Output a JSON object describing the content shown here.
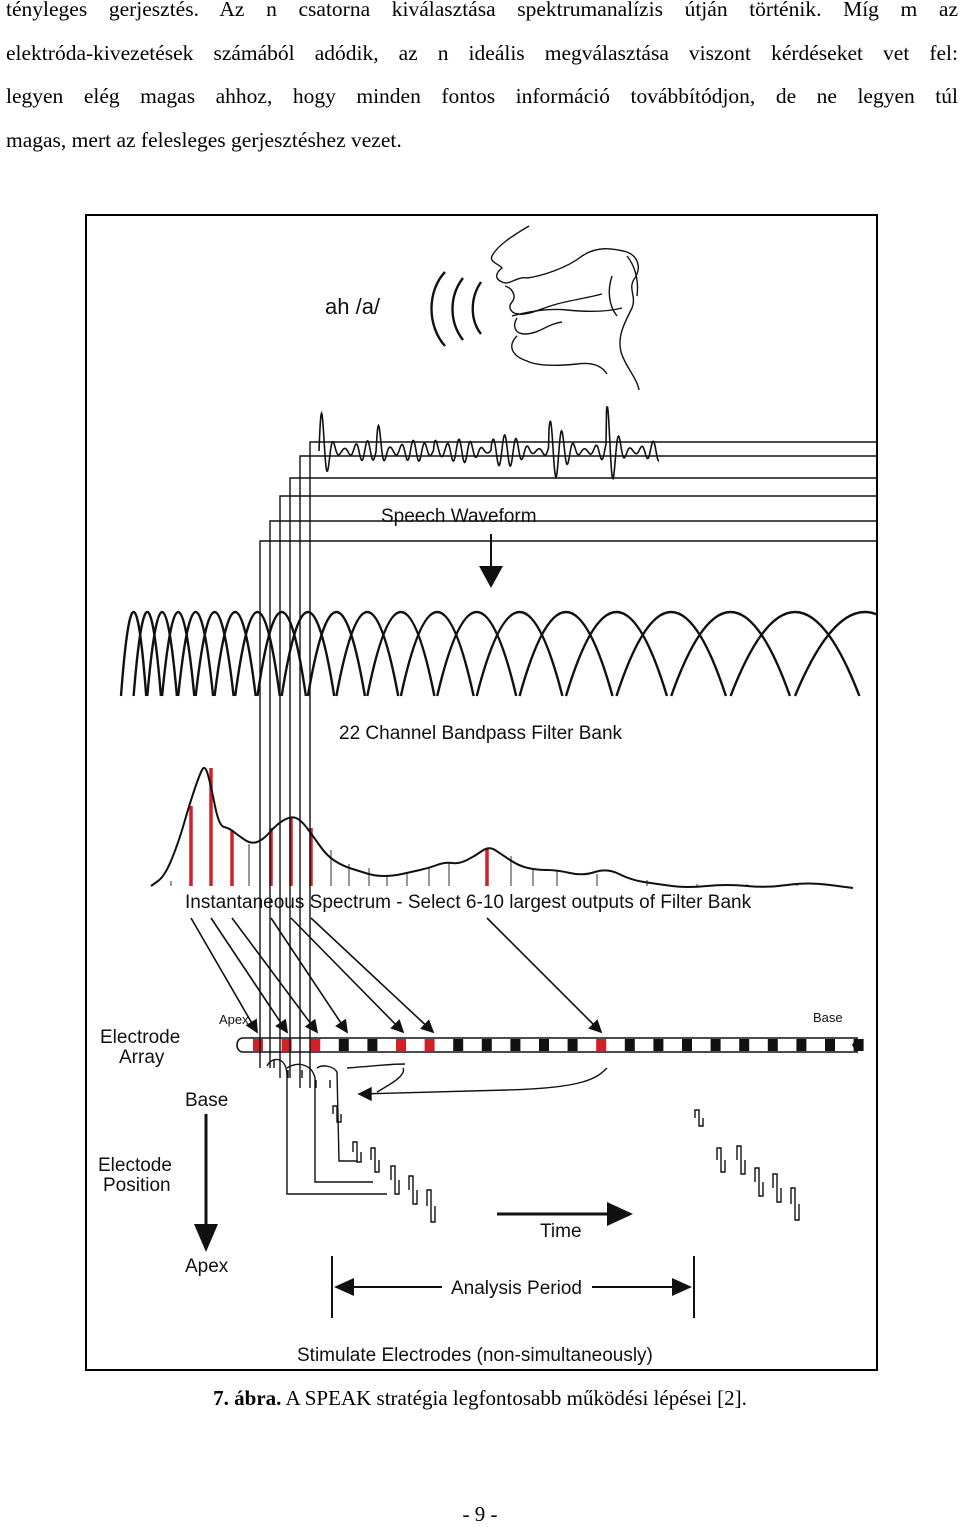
{
  "paragraph": {
    "lines": [
      "tényleges gerjesztés. Az n csatorna kiválasztása spektrumanalízis útján történik. Míg m az",
      "elektróda-kivezetések számából adódik, az n ideális megválasztása viszont kérdéseket vet fel:",
      "legyen elég magas ahhoz, hogy minden fontos információ továbbítódjon, de ne legyen túl",
      "magas, mert az felesleges gerjesztéshez vezet."
    ]
  },
  "figure": {
    "labels": {
      "vowel": "ah /a/",
      "speech_waveform": "Speech Waveform",
      "filter_bank": "22 Channel Bandpass Filter Bank",
      "spectrum": "Instantaneous Spectrum - Select 6-10 largest outputs of Filter Bank",
      "apex_top": "Apex",
      "base_top": "Base",
      "electrode_array_1": "Electrode",
      "electrode_array_2": "Array",
      "base_left": "Base",
      "electrode_position_1": "Electode",
      "electrode_position_2": "Position",
      "apex_left": "Apex",
      "time": "Time",
      "analysis_period": "Analysis Period",
      "stimulate": "Stimulate Electrodes (non-simultaneously)"
    },
    "colors": {
      "selected": "#d0202a",
      "ink": "#111111"
    }
  },
  "caption": {
    "label": "7. ábra.",
    "text": " A SPEAK stratégia legfontosabb működési lépései [2]."
  },
  "page_number": "- 9 -"
}
